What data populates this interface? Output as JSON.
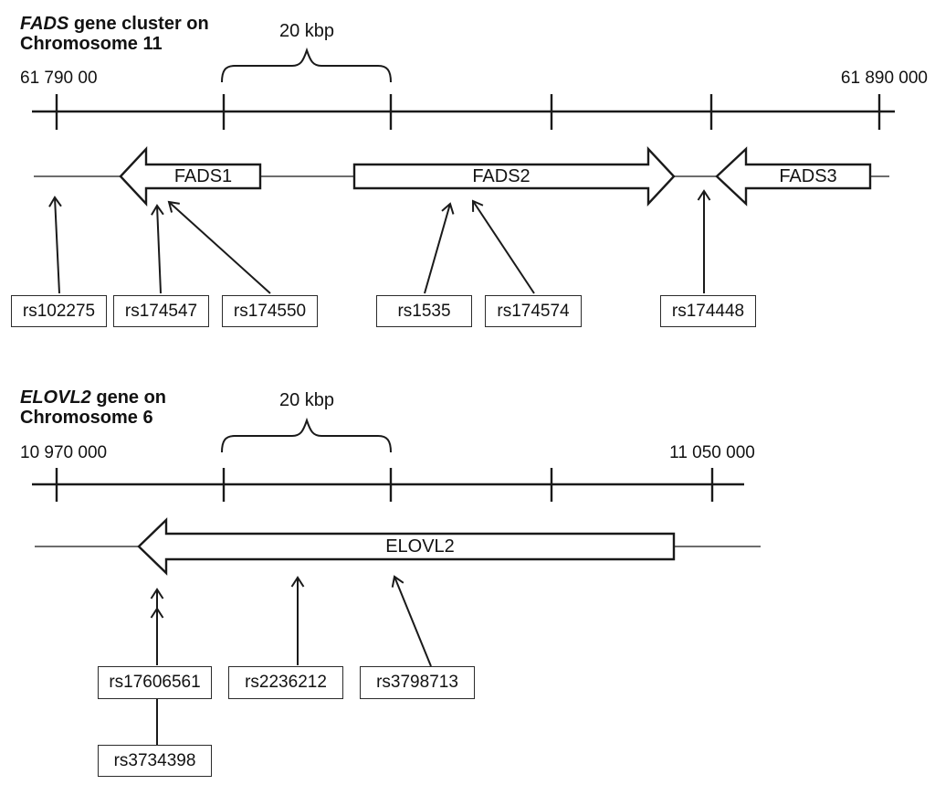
{
  "colors": {
    "line": "#1a1a1a",
    "background": "#ffffff",
    "gene_fill": "#ffffff"
  },
  "fads_panel": {
    "title_gene": "FADS",
    "title_suffix": " gene cluster on",
    "title_line2": "Chromosome 11",
    "scale_label": "20 kbp",
    "coord_start": "61 790 00",
    "coord_end": "61 890 000",
    "genes": [
      {
        "name": "FADS1",
        "direction": "left"
      },
      {
        "name": "FADS2",
        "direction": "right"
      },
      {
        "name": "FADS3",
        "direction": "left"
      }
    ],
    "snps": [
      "rs102275",
      "rs174547",
      "rs174550",
      "rs1535",
      "rs174574",
      "rs174448"
    ]
  },
  "elovl2_panel": {
    "title_gene": "ELOVL2",
    "title_suffix": " gene on",
    "title_line2": "Chromosome 6",
    "scale_label": "20 kbp",
    "coord_start": "10 970 000",
    "coord_end": "11 050 000",
    "genes": [
      {
        "name": "ELOVL2",
        "direction": "left"
      }
    ],
    "snps": [
      "rs17606561",
      "rs2236212",
      "rs3798713",
      "rs3734398"
    ]
  }
}
